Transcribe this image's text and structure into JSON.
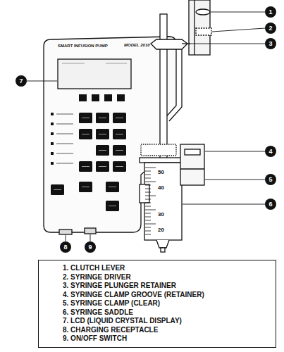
{
  "diagram": {
    "nodes": [
      {
        "text": [
          "1"
        ]
      },
      {
        "text": [
          "2"
        ]
      },
      {
        "text": [
          "3"
        ]
      },
      {
        "text": [
          "4"
        ]
      },
      {
        "text": [
          "5"
        ]
      },
      {
        "text": [
          "6"
        ]
      },
      {
        "text": [
          "7"
        ]
      },
      {
        "text": [
          "8"
        ]
      },
      {
        "text": [
          "9"
        ]
      },
      {
        "text": [
          "1. CLUTCH LEVER",
          "2. SYRINGE DRIVER",
          "3. SYRINGE PLUNGER RETAINER",
          "4. SYRINGE CLAMP GROOVE (RETAINER)",
          "5. SYRINGE CLAMP (CLEAR)",
          "6. SYRINGE SADDLE",
          "7. LCD (LIQUID CRYSTAL DISPLAY)",
          "8. CHARGING RECEPTACLE",
          "9. ON/OFF SWITCH"
        ]
      }
    ],
    "labels": [
      "SMART INFUSION PUMP",
      "MODEL 2010",
      "50",
      "40",
      "30",
      "20"
    ]
  }
}
